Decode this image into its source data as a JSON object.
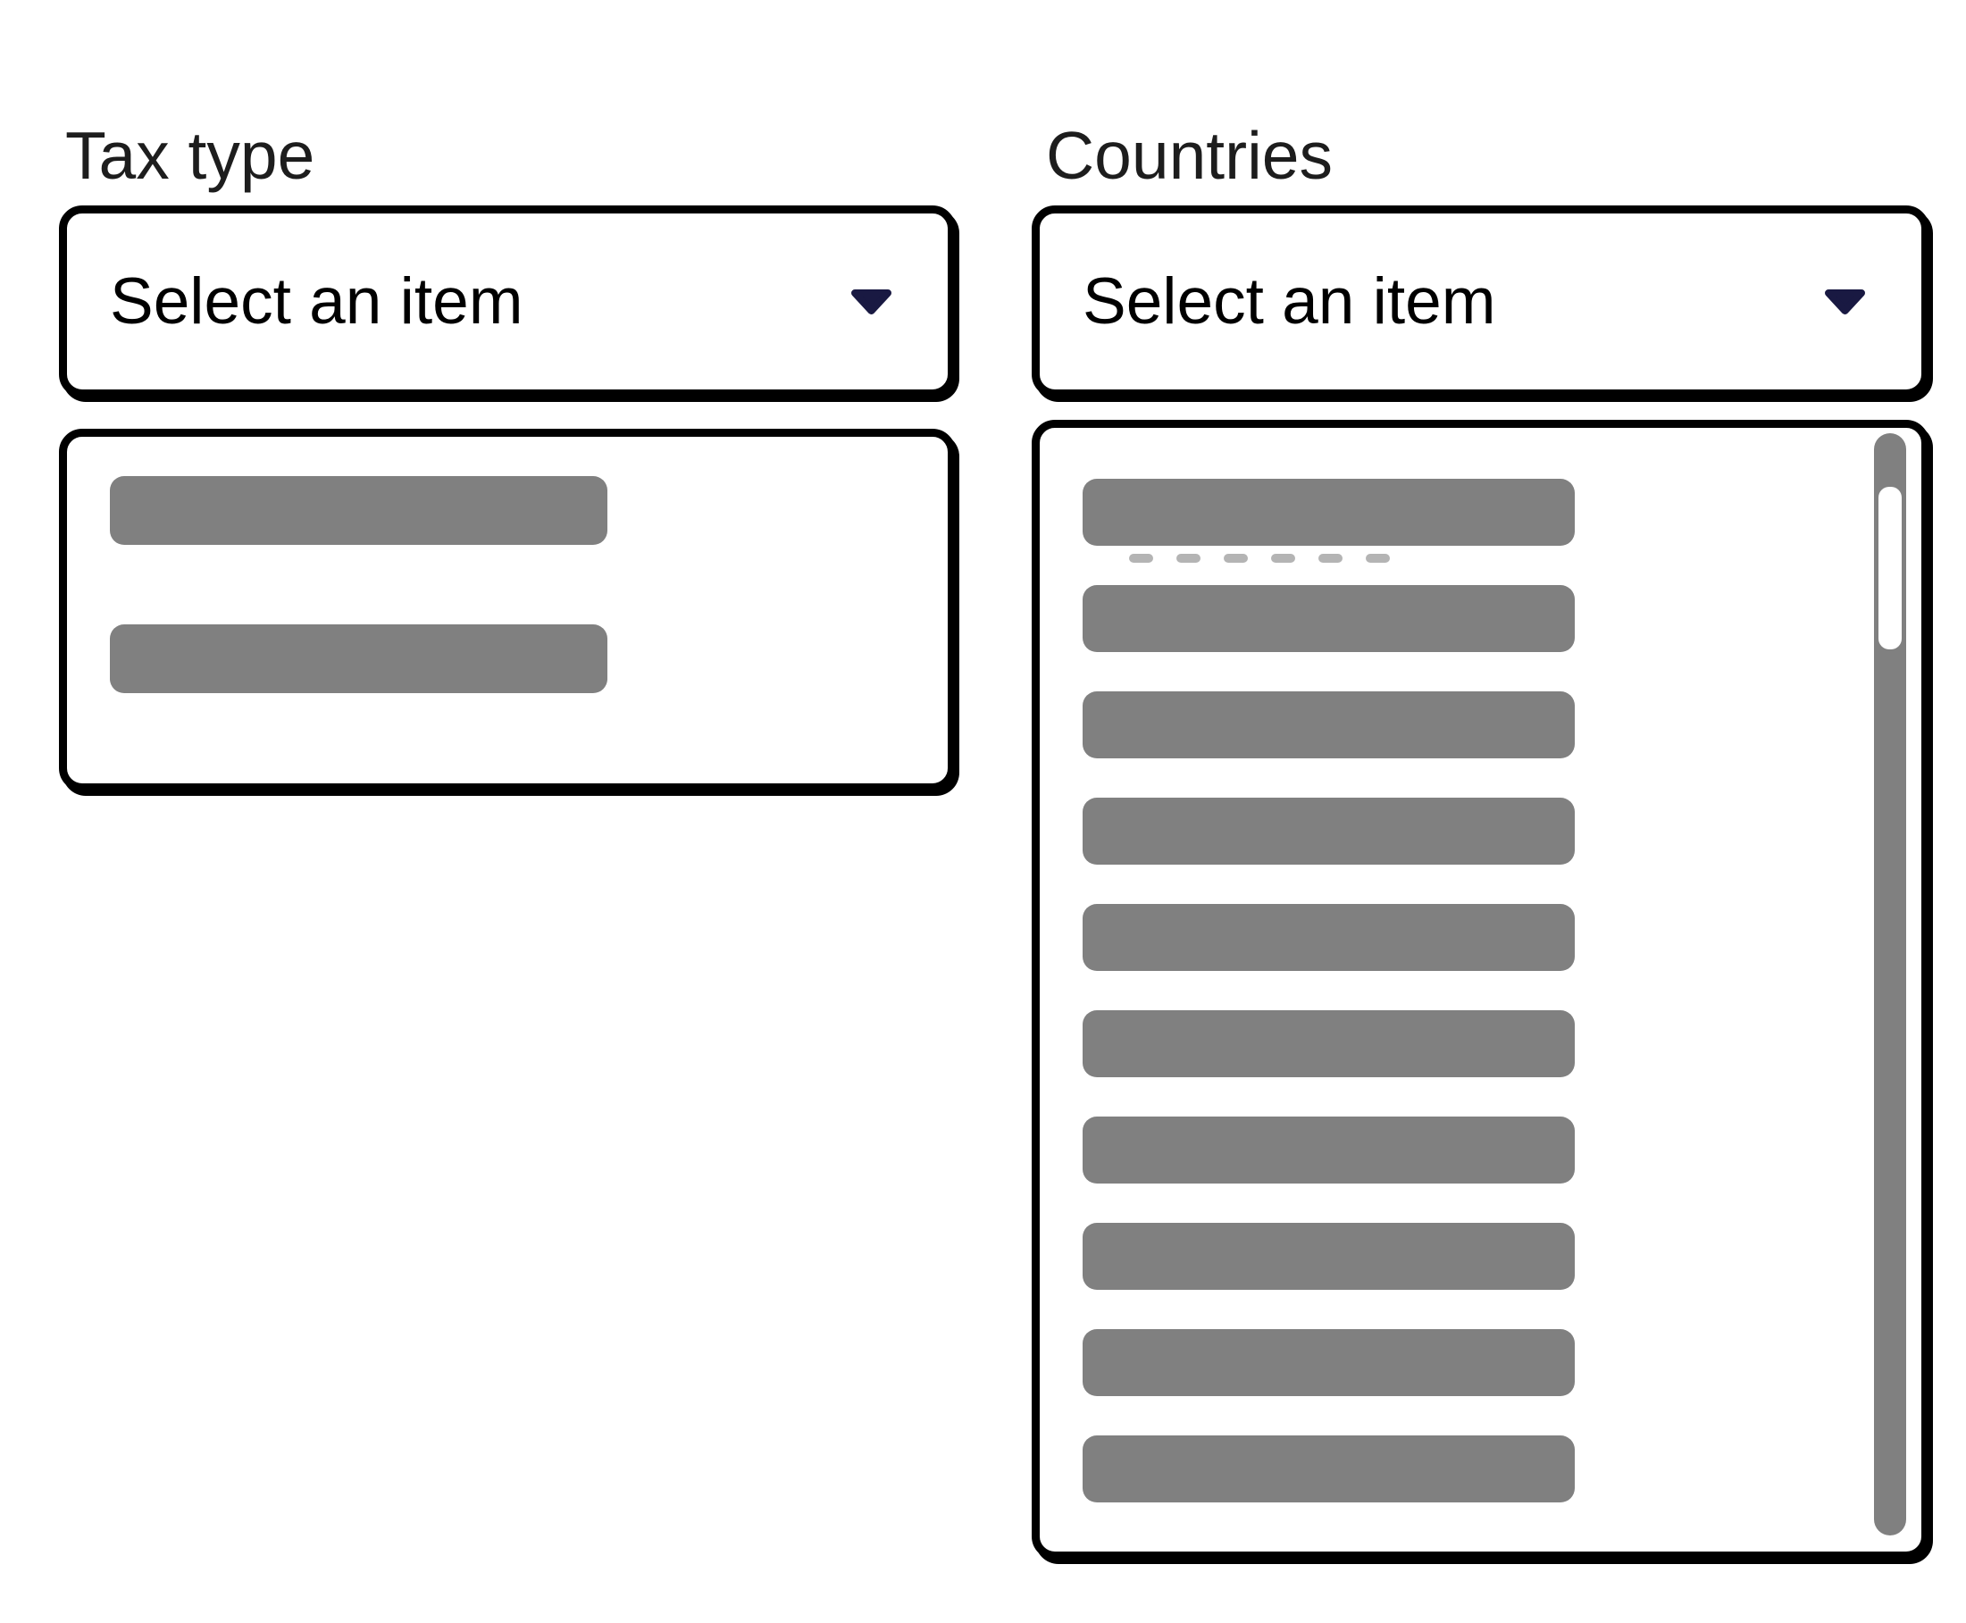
{
  "form": {
    "tax_type": {
      "label": "Tax type",
      "select_value": "Select an item",
      "skeleton_option_count": 2
    },
    "countries": {
      "label": "Countries",
      "select_value": "Select an item",
      "skeleton_option_count": 10,
      "ghost_bump_count": 6
    }
  },
  "icons": {
    "dropdown_arrow": "chevron-down"
  },
  "scrollbar": {
    "present_in": "countries-listbox"
  },
  "colors": {
    "background": "#ffffff",
    "border": "#000000",
    "label_text": "#1d1d1d",
    "value_text": "#000000",
    "dropdown_arrow": "#191942",
    "skeleton_bar": "#808080",
    "ghost_artifact": "#b4b4b4",
    "scrollbar_track": "#808080",
    "scrollbar_thumb": "#ffffff"
  }
}
